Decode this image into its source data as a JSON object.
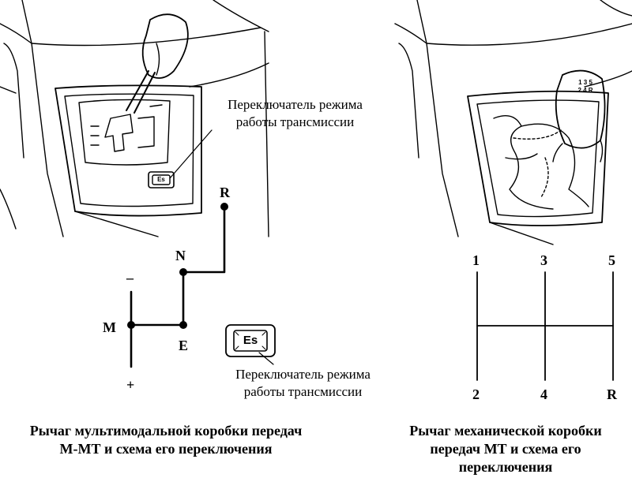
{
  "left": {
    "callout_top": [
      "Переключатель режима",
      "работы трансмиссии"
    ],
    "callout_bottom": [
      "Переключатель режима",
      "работы трансмиссии"
    ],
    "button_label": "Es",
    "gears": {
      "R": "R",
      "N": "N",
      "minus": "–",
      "M": "M",
      "E": "E",
      "plus": "+"
    },
    "caption": [
      "Рычаг мультимодальной коробки передач",
      "М-МТ и схема его переключения"
    ]
  },
  "right": {
    "gears_top": [
      "1",
      "3",
      "5"
    ],
    "gears_bottom": [
      "2",
      "4",
      "R"
    ],
    "knob_pattern": [
      "1 3 5",
      "2 4 R"
    ],
    "caption": [
      "Рычаг механической коробки",
      "передач МТ и схема его",
      "переключения"
    ]
  }
}
